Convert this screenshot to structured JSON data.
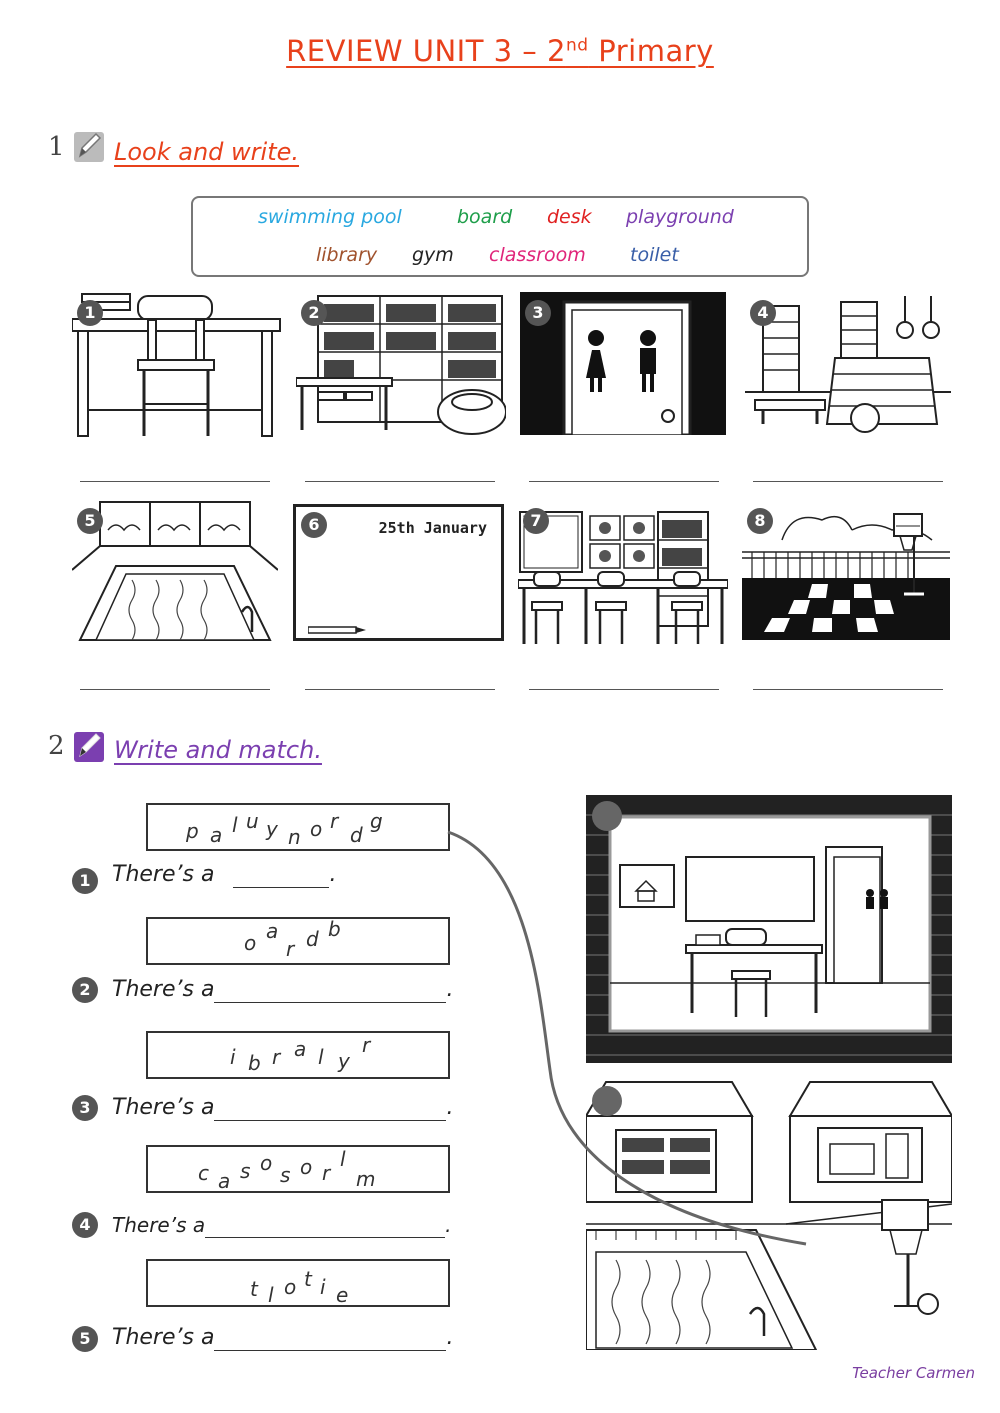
{
  "title": {
    "main": "REVIEW UNIT 3 – 2",
    "sup": "nd",
    "rest": " Primary"
  },
  "section1": {
    "number": "1",
    "heading": "Look and write.",
    "color": "#e8411b"
  },
  "word_bank": [
    {
      "text": "swimming pool",
      "color": "#29a8e0"
    },
    {
      "text": "board",
      "color": "#1e9e4a"
    },
    {
      "text": "desk",
      "color": "#e02020"
    },
    {
      "text": "playground",
      "color": "#7b3fb0"
    },
    {
      "text": "library",
      "color": "#a0522d"
    },
    {
      "text": "gym",
      "color": "#222222"
    },
    {
      "text": "classroom",
      "color": "#e0257a"
    },
    {
      "text": "toilet",
      "color": "#3a5fa8"
    }
  ],
  "pictures": [
    {
      "n": "1",
      "icon": "desk-icon"
    },
    {
      "n": "2",
      "icon": "library-icon"
    },
    {
      "n": "3",
      "icon": "toilet-icon"
    },
    {
      "n": "4",
      "icon": "gym-icon"
    },
    {
      "n": "5",
      "icon": "swimming-pool-icon"
    },
    {
      "n": "6",
      "icon": "board-icon",
      "board_text": "25th January"
    },
    {
      "n": "7",
      "icon": "classroom-icon"
    },
    {
      "n": "8",
      "icon": "playground-icon"
    }
  ],
  "section2": {
    "number": "2",
    "heading": "Write and match.",
    "color": "#7b3fb0"
  },
  "scrambled": [
    {
      "letters": [
        "p",
        "a",
        "l",
        "u",
        "y",
        "n",
        "o",
        "r",
        "d",
        "g"
      ]
    },
    {
      "letters": [
        "o",
        "a",
        "r",
        "d",
        "b"
      ]
    },
    {
      "letters": [
        "i",
        "b",
        "r",
        "a",
        "l",
        "y",
        "r"
      ]
    },
    {
      "letters": [
        "c",
        "a",
        "s",
        "o",
        "s",
        "o",
        "r",
        "l",
        "m"
      ]
    },
    {
      "letters": [
        "t",
        "l",
        "o",
        "t",
        "i",
        "e"
      ]
    }
  ],
  "statements": [
    {
      "n": "1",
      "text": "There’s a"
    },
    {
      "n": "2",
      "text": "There’s a"
    },
    {
      "n": "3",
      "text": "There’s a"
    },
    {
      "n": "4",
      "text": "There’s a"
    },
    {
      "n": "5",
      "text": "There’s a"
    }
  ],
  "footer": "Teacher Carmen"
}
